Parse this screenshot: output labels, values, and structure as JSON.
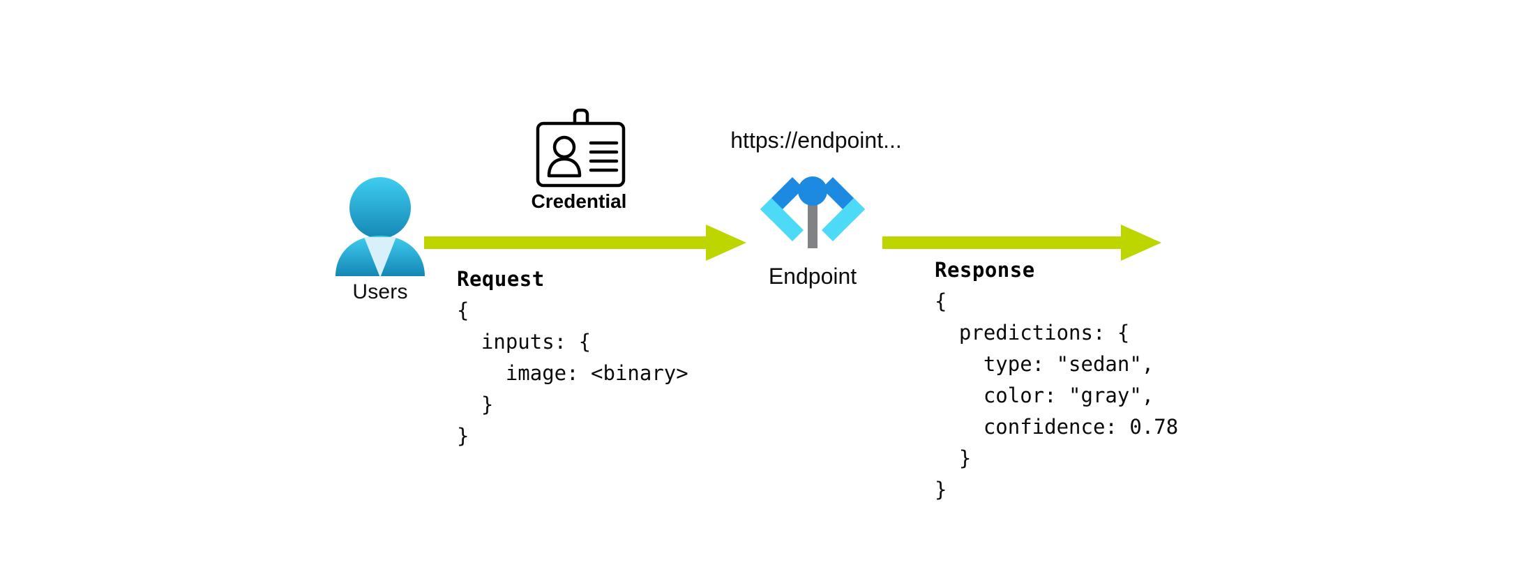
{
  "diagram": {
    "title": "Endpoint request and response flow",
    "colors": {
      "arrow_green": "#bed600",
      "user_blue_light": "#35c6ec",
      "user_blue_dark": "#1487b5",
      "collar_light": "#d7f0fa",
      "bracket_dark_blue": "#1b8ae0",
      "bracket_cyan": "#4ddaf7",
      "pin_gray": "#808285",
      "pin_blue": "#1b8ae0",
      "text_black": "#0d0d0d",
      "background": "#ffffff"
    }
  },
  "users": {
    "label": "Users",
    "icon": "user-avatar-icon"
  },
  "credential": {
    "label": "Credential",
    "icon": "id-badge-icon"
  },
  "arrows": {
    "request_arrow": "arrow-right-green",
    "response_arrow": "arrow-right-green"
  },
  "endpoint": {
    "url": "https://endpoint...",
    "label": "Endpoint",
    "icon": "code-brackets-endpoint-icon"
  },
  "request": {
    "title": "Request",
    "body": "{\n  inputs: {\n    image: <binary>\n  }\n}"
  },
  "response": {
    "title": "Response",
    "body": "{\n  predictions: {\n    type: \"sedan\",\n    color: \"gray\",\n    confidence: 0.78\n  }\n}"
  }
}
